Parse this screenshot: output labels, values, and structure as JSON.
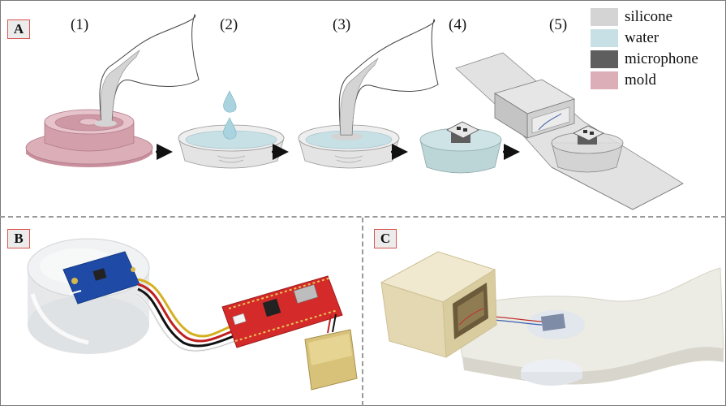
{
  "panels": {
    "a": {
      "label": "A"
    },
    "b": {
      "label": "B"
    },
    "c": {
      "label": "C"
    }
  },
  "steps": [
    "(1)",
    "(2)",
    "(3)",
    "(4)",
    "(5)"
  ],
  "legend": [
    {
      "label": "silicone",
      "color": "#d4d4d4"
    },
    {
      "label": "water",
      "color": "#c6e0e6"
    },
    {
      "label": "microphone",
      "color": "#5e5e5e"
    },
    {
      "label": "mold",
      "color": "#dcaeb8"
    }
  ],
  "colors": {
    "mold": "#dcaeb8",
    "silicone": "#d4d4d4",
    "water": "#c6e0e6",
    "microphone": "#5e5e5e",
    "pcb_red": "#d42a2a",
    "breakout_blue": "#1f4aa6",
    "battery_gold": "#d8c27a"
  }
}
